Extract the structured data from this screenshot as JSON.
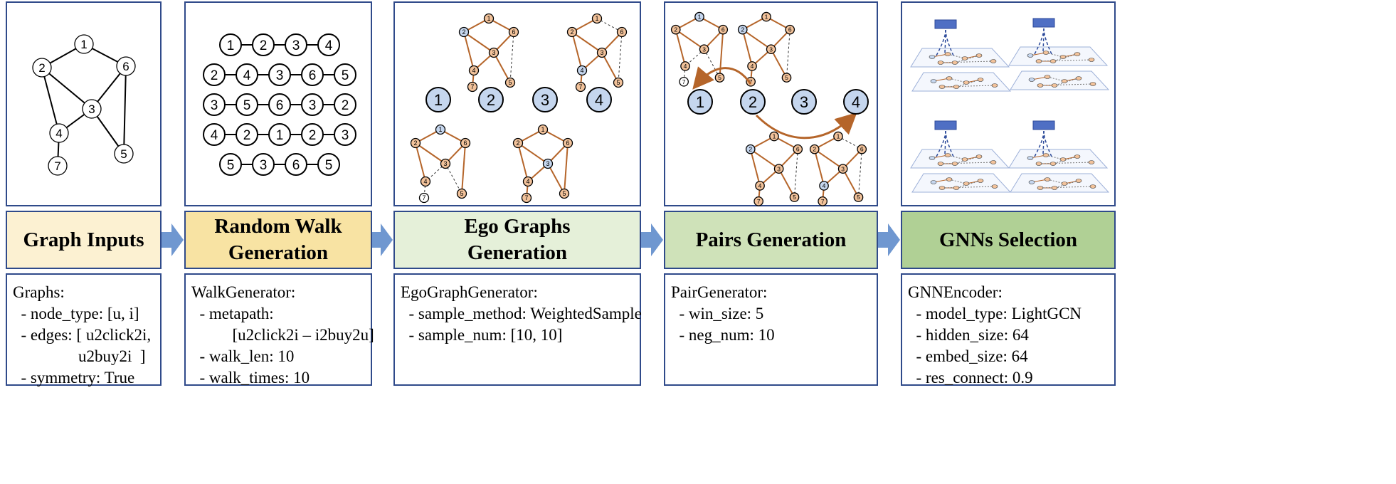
{
  "stages": [
    {
      "title": "Graph Inputs",
      "color": "#fcf1d2"
    },
    {
      "title": "Random Walk\nGeneration",
      "color": "#f8e3a3"
    },
    {
      "title": "Ego Graphs\nGeneration",
      "color": "#e5f0d9"
    },
    {
      "title": "Pairs Generation",
      "color": "#cfe2b9"
    },
    {
      "title": "GNNs Selection",
      "color": "#b0d095"
    }
  ],
  "configs": [
    {
      "header": "Graphs:",
      "lines": [
        "  - node_type: [u, i]",
        "  - edges: [ u2click2i,",
        "                u2buy2i  ]",
        "  - symmetry: True"
      ]
    },
    {
      "header": "WalkGenerator:",
      "lines": [
        "  - metapath:",
        "          [u2click2i – i2buy2u]",
        "  - walk_len: 10",
        "  - walk_times: 10"
      ]
    },
    {
      "header": "EgoGraphGenerator:",
      "lines": [
        "  - sample_method: WeightedSample",
        "  - sample_num: [10, 10]"
      ]
    },
    {
      "header": "PairGenerator:",
      "lines": [
        "  - win_size: 5",
        "  - neg_num: 10"
      ]
    },
    {
      "header": "GNNEncoder:",
      "lines": [
        "  - model_type: LightGCN",
        "  - hidden_size: 64",
        "  - embed_size: 64",
        "  - res_connect: 0.9"
      ]
    }
  ],
  "graph": {
    "nodes": [
      "1",
      "2",
      "3",
      "4",
      "5",
      "6",
      "7"
    ],
    "edges": [
      [
        "1",
        "2"
      ],
      [
        "1",
        "6"
      ],
      [
        "2",
        "3"
      ],
      [
        "2",
        "4"
      ],
      [
        "3",
        "6"
      ],
      [
        "3",
        "4"
      ],
      [
        "3",
        "5"
      ],
      [
        "6",
        "5"
      ],
      [
        "4",
        "7"
      ]
    ]
  },
  "walks": [
    [
      "1",
      "2",
      "3",
      "4"
    ],
    [
      "2",
      "4",
      "3",
      "6",
      "5"
    ],
    [
      "3",
      "5",
      "6",
      "3",
      "2"
    ],
    [
      "4",
      "2",
      "1",
      "2",
      "3"
    ],
    [
      "5",
      "3",
      "6",
      "5"
    ]
  ],
  "ego_centers": [
    "1",
    "2",
    "3",
    "4"
  ],
  "pair_nodes": [
    "1",
    "2",
    "3",
    "4"
  ],
  "colors": {
    "border": "#2f4a8a",
    "arrow": "#6f97d0",
    "ego_center": "#c5d6ee",
    "hop_node": "#f2c29a",
    "hop_edge": "#b5652a",
    "plane": "#4f6fc4"
  }
}
